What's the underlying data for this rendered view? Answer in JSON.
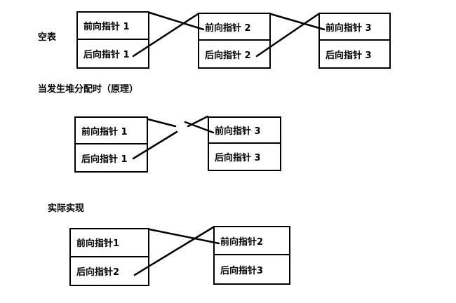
{
  "sections": {
    "empty": "空表",
    "theory": "当发生堆分配时（原理）",
    "actual": "实际实现"
  },
  "empty_list": [
    {
      "front": "前向指针 1",
      "back": "后向指针 1"
    },
    {
      "front": "前向指针 2",
      "back": "后向指针 2"
    },
    {
      "front": "前向指针 3",
      "back": "后向指针 3"
    }
  ],
  "theory_list": [
    {
      "front": "前向指针 1",
      "back": "后向指针 1"
    },
    {
      "front": "前向指针 3",
      "back": "后向指针 3"
    }
  ],
  "actual_list": [
    {
      "front": "前向指针1",
      "back": "后向指针2"
    },
    {
      "front": "前向指针2",
      "back": "后向指针3"
    }
  ]
}
